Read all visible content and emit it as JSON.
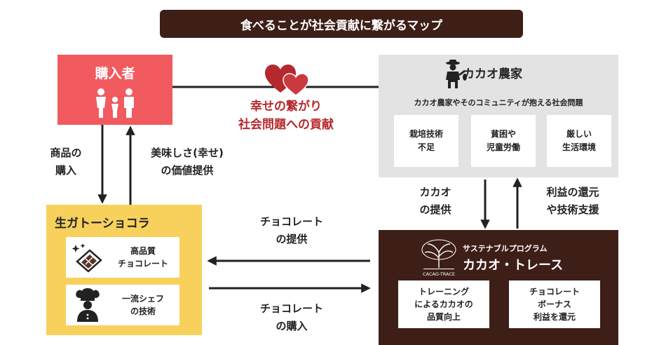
{
  "title": "食べることが社会貢献に繋がるマップ",
  "buyer": {
    "title": "購入者",
    "icon": "family-icon"
  },
  "connection": {
    "icon": "hearts-icon",
    "line1": "幸せの繋がり",
    "line2": "社会問題への貢献"
  },
  "farmer": {
    "title": "カカオ農家",
    "icon": "farmer-icon",
    "subtitle": "カカオ農家やそのコミュニティが抱える社会問題",
    "issues": [
      {
        "line1": "栽培技術",
        "line2": "不足"
      },
      {
        "line1": "貧困や",
        "line2": "児童労働"
      },
      {
        "line1": "厳しい",
        "line2": "生活環境"
      }
    ]
  },
  "labels": {
    "purchase_goods": {
      "line1": "商品の",
      "line2": "購入"
    },
    "taste": {
      "line1": "美味しさ(幸せ)",
      "line2": "の価値提供"
    },
    "cacao_supply": {
      "line1": "カカオ",
      "line2": "の提供"
    },
    "profit_return": {
      "line1": "利益の還元",
      "line2": "や技術支援"
    },
    "choco_supply": {
      "line1": "チョコレート",
      "line2": "の提供"
    },
    "choco_purchase": {
      "line1": "チョコレート",
      "line2": "の購入"
    }
  },
  "gateau": {
    "title": "生ガトーショコラ",
    "items": [
      {
        "icon": "chocolate-icon",
        "line1": "高品質",
        "line2": "チョコレート"
      },
      {
        "icon": "chef-icon",
        "line1": "一流シェフ",
        "line2": "の技術"
      }
    ]
  },
  "trace": {
    "logo_text": "CACAO-TRACE",
    "subtitle": "サステナブルプログラム",
    "title": "カカオ・トレース",
    "items": [
      {
        "line1": "トレーニング",
        "line2": "によるカカオの",
        "line3": "品質向上"
      },
      {
        "line1": "チョコレート",
        "line2": "ボーナス",
        "line3": "利益を還元"
      }
    ]
  },
  "colors": {
    "brown": "#3d1f17",
    "coral": "#f15a5f",
    "yellow": "#f7d15c",
    "gray": "#e3e3e3",
    "red_text": "#b5292e"
  }
}
